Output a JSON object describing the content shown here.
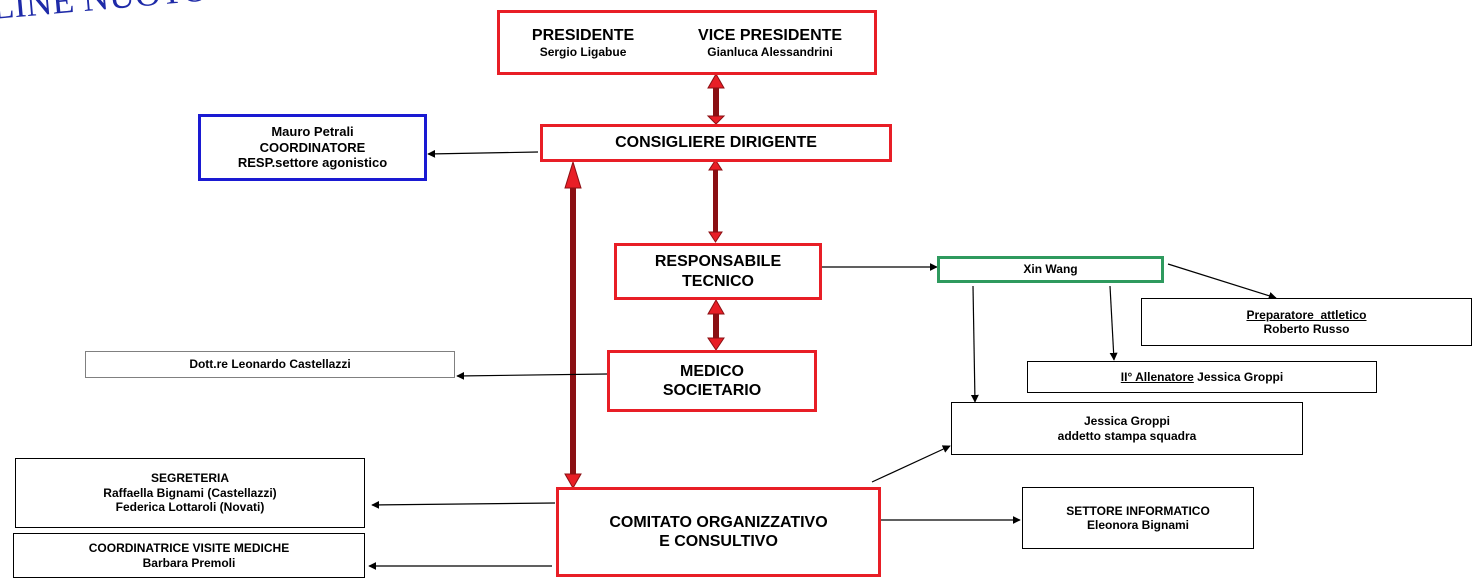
{
  "logo": {
    "text": "LINE NUOTO"
  },
  "nodes": {
    "presidente": {
      "title": "PRESIDENTE",
      "name": "Sergio Ligabue",
      "vice_title": "VICE PRESIDENTE",
      "vice_name": "Gianluca Alessandrini"
    },
    "consigliere": {
      "title": "CONSIGLIERE DIRIGENTE"
    },
    "coordinatore": {
      "line1": "Mauro Petrali",
      "line2": "COORDINATORE",
      "line3": "RESP.settore agonistico"
    },
    "responsabile": {
      "line1": "RESPONSABILE",
      "line2": "TECNICO"
    },
    "xin_wang": {
      "name": "Xin Wang"
    },
    "preparatore": {
      "role": "Preparatore  attletico",
      "name": "Roberto Russo"
    },
    "allenatore": {
      "role": "II° Allenatore",
      "name": " Jessica Groppi"
    },
    "stampa": {
      "name": "Jessica Groppi",
      "role": "addetto stampa squadra"
    },
    "dottore": {
      "name": "Dott.re Leonardo Castellazzi"
    },
    "medico": {
      "line1": "MEDICO",
      "line2": "SOCIETARIO"
    },
    "segreteria": {
      "title": "SEGRETERIA",
      "line1": "Raffaella Bignami (Castellazzi)",
      "line2": "Federica Lottaroli (Novati)"
    },
    "comitato": {
      "line1": "COMITATO ORGANIZZATIVO",
      "line2": "E CONSULTIVO"
    },
    "informatico": {
      "title": "SETTORE INFORMATICO",
      "name": "Eleonora Bignami"
    },
    "visite": {
      "title": "COORDINATRICE VISITE MEDICHE",
      "name": "Barbara Premoli"
    }
  },
  "colors": {
    "leadership_border": "#e81e26",
    "coordinator_border": "#1a1ad2",
    "coach_border": "#2e9a5e",
    "double_arrow_fill": "#8b0f13",
    "logo_text": "#1e2aa8"
  }
}
